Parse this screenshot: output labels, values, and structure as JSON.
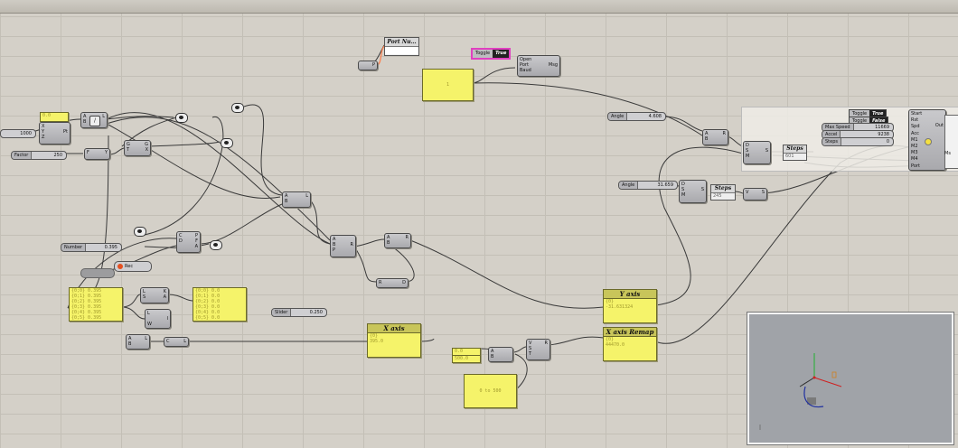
{
  "comp_a": {
    "label": "A"
  },
  "comp_b": {
    "label": "B"
  },
  "comp_l": {
    "label": "L"
  },
  "comp_x": {
    "label": "X"
  },
  "comp_y": {
    "label": "Y"
  },
  "comp_z": {
    "label": "Z"
  },
  "comp_pt": {
    "label": "Pt"
  },
  "comp_g": {
    "label": "G"
  },
  "comp_t": {
    "label": "T"
  },
  "comp_s": {
    "label": "S"
  },
  "comp_r": {
    "label": "R"
  },
  "comp_p": {
    "label": "P"
  },
  "comp_c": {
    "label": "C"
  },
  "comp_f": {
    "label": "F"
  },
  "comp_i": {
    "label": "I"
  },
  "comp_k": {
    "label": "K"
  },
  "comp_w": {
    "label": "W"
  },
  "comp_d": {
    "label": "D"
  },
  "comp_m": {
    "label": "M"
  },
  "comp_v": {
    "label": "V"
  },
  "comp_out": {
    "label": "Out"
  },
  "comp_open": {
    "label": "Open"
  },
  "comp_port": {
    "label": "Port"
  },
  "comp_baud": {
    "label": "Baud"
  },
  "comp_msg": {
    "label": "Msg"
  },
  "comp_ms": {
    "label": "Ms"
  },
  "comp_rec": {
    "label": "Rec"
  },
  "arduino_inputs": [
    "Start",
    "Rst",
    "Spd",
    "Acc",
    "M1",
    "M2",
    "M3",
    "M4",
    "Port"
  ],
  "port_num": {
    "title": "Port Nu…",
    "value": ""
  },
  "toggle_open": {
    "label": "Toggle",
    "value": "True"
  },
  "toggle_start": {
    "label": "Toggle",
    "value": "True"
  },
  "toggle_rst": {
    "label": "Toggle",
    "value": "False"
  },
  "slider_1000": {
    "value": "1000"
  },
  "slider_factor": {
    "label": "Factor",
    "value": "250"
  },
  "slider_number": {
    "label": "Number",
    "value": "0.395"
  },
  "slider_slider": {
    "label": "Slider",
    "value": "0.250"
  },
  "slider_angle1": {
    "label": "Angle",
    "value": "4.608"
  },
  "slider_angle2": {
    "label": "Angle",
    "value": "31.659"
  },
  "slider_maxspeed": {
    "label": "Max Speed",
    "value": "11669"
  },
  "slider_accel": {
    "label": "Accel",
    "value": "9238"
  },
  "slider_steps": {
    "label": "Steps",
    "value": "0"
  },
  "panel_small_top": {
    "value": "0.0"
  },
  "panel_center_top": {
    "value": "1"
  },
  "panel_list1": {
    "rows": [
      "{0;0} 0.395",
      "{0;1} 0.395",
      "{0;2} 0.395",
      "{0;3} 0.395",
      "{0;4} 0.395",
      "{0;5} 0.395"
    ]
  },
  "panel_list2": {
    "rows": [
      "{0;0} 0.0",
      "{0;1} 0.0",
      "{0;2} 0.0",
      "{0;3} 0.0",
      "{0;4} 0.0",
      "{0;5} 0.0"
    ]
  },
  "panel_xaxis": {
    "title": "X axis",
    "value": "395.0",
    "rowlabel": "{0}"
  },
  "panel_yaxis": {
    "title": "Y axis",
    "value": "-31.631324",
    "rowlabel": "{0}"
  },
  "panel_xremap": {
    "title": "X axis Remap",
    "value": "44470.0",
    "rowlabel": "{0}"
  },
  "panel_range": {
    "value": "0 to 500"
  },
  "panel_b1": {
    "value": "0.0"
  },
  "panel_b2": {
    "value": "500.0"
  },
  "steps1": {
    "title": "Steps",
    "value": "601"
  },
  "steps2": {
    "title": "Steps",
    "value": "245"
  },
  "colors": {
    "canvas": "#d4d0c8",
    "panel": "#f5f36a",
    "component": "#b9b9bc",
    "selected": "#e040c0"
  }
}
